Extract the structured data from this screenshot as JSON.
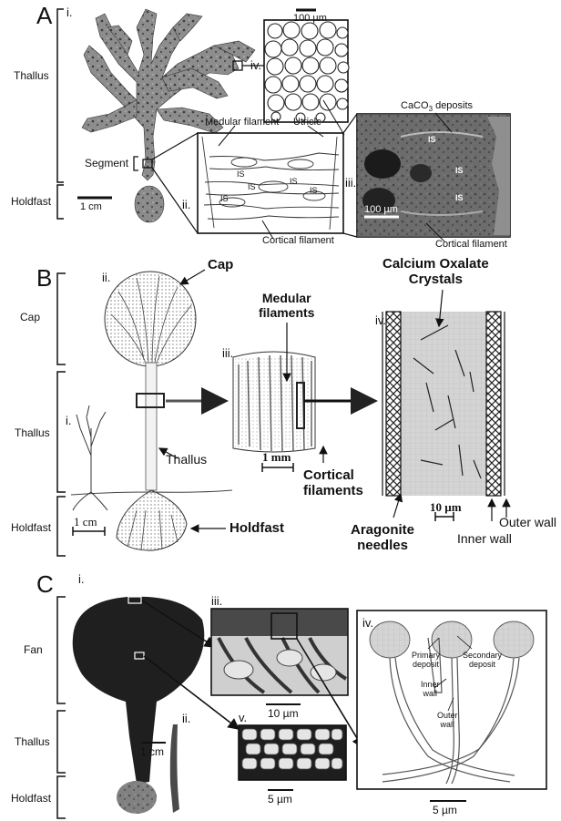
{
  "panel_a": {
    "letter": "A",
    "roman": {
      "i": "i.",
      "ii": "ii.",
      "iii": "iii.",
      "iv": "iv."
    },
    "side_labels": {
      "thallus": "Thallus",
      "holdfast": "Holdfast",
      "segment": "Segment"
    },
    "scale_main": "1 cm",
    "scale_iv": "100 µm",
    "scale_iii": "100 µm",
    "callouts": {
      "medular_filament": "Medular filament",
      "utricle": "Utricle",
      "caco3_prefix": "CaCO",
      "caco3_sub": "3",
      "caco3_suffix": " deposits",
      "cortical_filament_ii": "Cortical filament",
      "cortical_filament_iii": "Cortical filament",
      "is": "IS"
    }
  },
  "panel_b": {
    "letter": "B",
    "roman": {
      "i": "i.",
      "ii": "ii.",
      "iii": "iii.",
      "iv": "iv."
    },
    "side_labels": {
      "cap": "Cap",
      "thallus": "Thallus",
      "holdfast": "Holdfast"
    },
    "callouts": {
      "cap": "Cap",
      "thallus": "Thallus",
      "holdfast": "Holdfast",
      "medular_filaments": "Medular\nfilaments",
      "cortical_filaments": "Cortical\nfilaments",
      "calcium_oxalate": "Calcium Oxalate\nCrystals",
      "aragonite": "Aragonite\nneedles",
      "inner_wall": "Inner wall",
      "outer_wall": "Outer wall"
    },
    "scale_i": "1 cm",
    "scale_iii": "1 mm",
    "scale_iv": "10 µm"
  },
  "panel_c": {
    "letter": "C",
    "roman": {
      "i": "i.",
      "ii": "ii.",
      "iii": "iii.",
      "iv": "iv.",
      "v": "v."
    },
    "side_labels": {
      "fan": "Fan",
      "thallus": "Thallus",
      "holdfast": "Holdfast"
    },
    "scale_main": "1 cm",
    "scale_iii": "10 µm",
    "scale_v": "5 µm",
    "scale_iv": "5 µm",
    "callouts": {
      "primary_deposit": "Primary\ndeposit",
      "secondary_deposit": "Secondary\ndeposit",
      "inner_wall": "Inner\nwall",
      "outer_wall": "Outer\nwall"
    }
  },
  "colors": {
    "ink": "#111111",
    "sem_dark": "#3a3a3a",
    "sem_mid": "#7a7a7a",
    "cell_grey": "#cfcfcf",
    "crystal_bg": "#d6d6d6"
  }
}
